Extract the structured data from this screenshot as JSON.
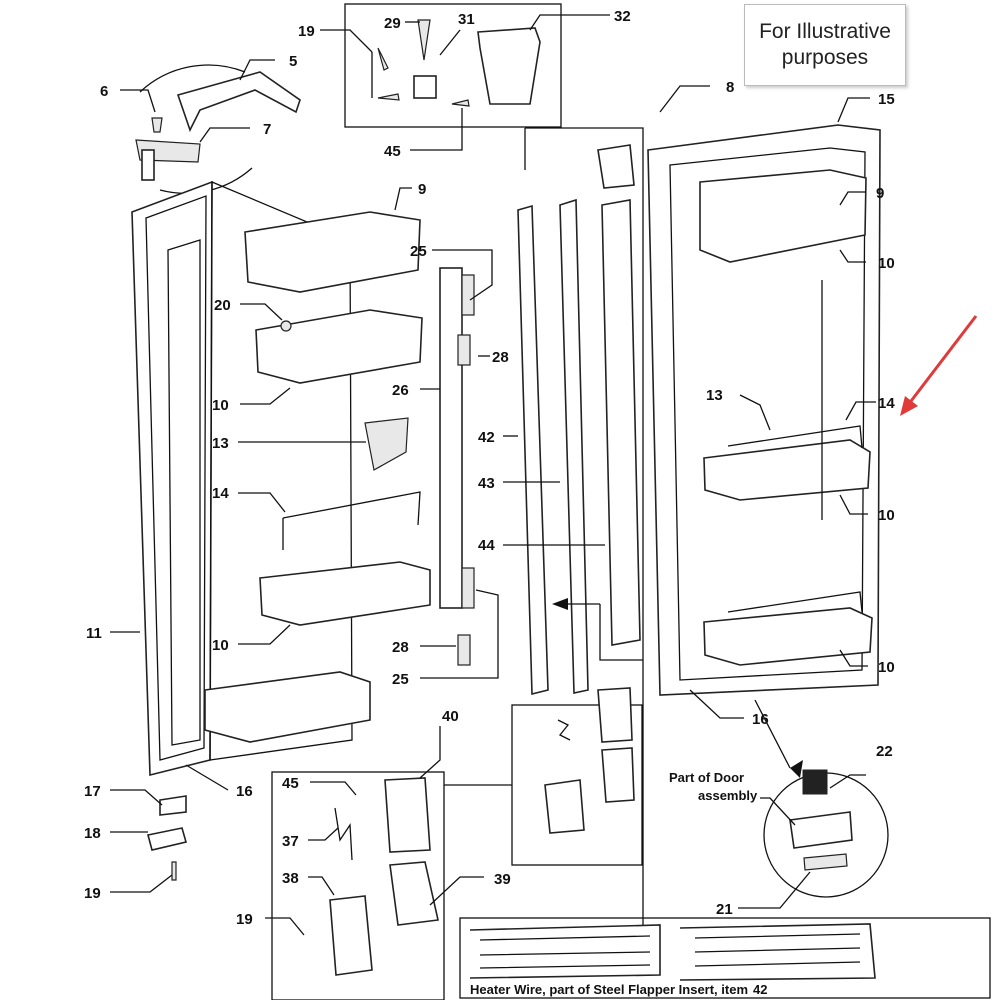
{
  "note": {
    "text": "For Illustrative purposes"
  },
  "callouts": {
    "c5": "5",
    "c6": "6",
    "c7": "7",
    "c8": "8",
    "c9a": "9",
    "c9b": "9",
    "c10a": "10",
    "c10b": "10",
    "c10c": "10",
    "c10d": "10",
    "c10e": "10",
    "c11": "11",
    "c13a": "13",
    "c13b": "13",
    "c14a": "14",
    "c14b": "14",
    "c15": "15",
    "c16a": "16",
    "c16b": "16",
    "c17": "17",
    "c18": "18",
    "c19a": "19",
    "c19b": "19",
    "c19c": "19",
    "c20": "20",
    "c21": "21",
    "c22": "22",
    "c25a": "25",
    "c25b": "25",
    "c26": "26",
    "c28a": "28",
    "c28b": "28",
    "c29": "29",
    "c31": "31",
    "c32": "32",
    "c37": "37",
    "c38": "38",
    "c39": "39",
    "c40": "40",
    "c42": "42",
    "c43": "43",
    "c44": "44",
    "c45a": "45",
    "c45b": "45"
  },
  "captions": {
    "door_assembly_line1": "Part of Door",
    "door_assembly_line2": "assembly",
    "heater_wire_prefix": "Heater Wire, part of Steel Flapper Insert, item",
    "heater_wire_item": "42"
  },
  "colors": {
    "arrow": "#e03a3a",
    "line": "#111111",
    "note_border": "#bbbbbb"
  }
}
